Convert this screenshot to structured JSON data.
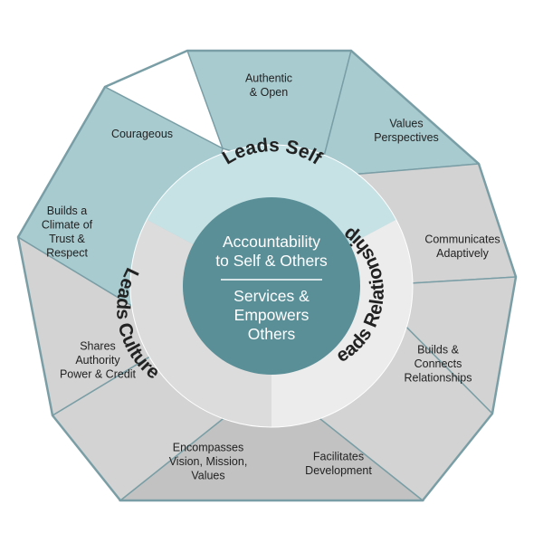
{
  "colors": {
    "self_outer": "#a8cbd0",
    "other_outer": "#d3d3d3",
    "culture_outer_dark": "#c2c2c2",
    "self_ring": "#c6e2e5",
    "relationships_ring": "#ececec",
    "culture_ring": "#dcdcdc",
    "center": "#5a8f98",
    "stroke": "#7a9ea5"
  },
  "segments": [
    {
      "lines": [
        "Authentic",
        "& Open"
      ]
    },
    {
      "lines": [
        "Values",
        "Perspectives"
      ]
    },
    {
      "lines": [
        "Communicates",
        "Adaptively"
      ]
    },
    {
      "lines": [
        "Builds &",
        "Connects",
        "Relationships"
      ]
    },
    {
      "lines": [
        "Facilitates",
        "Development"
      ]
    },
    {
      "lines": [
        "Encompasses",
        "Vision, Mission,",
        "Values"
      ]
    },
    {
      "lines": [
        "Shares",
        "Authority",
        "Power & Credit"
      ]
    },
    {
      "lines": [
        "Builds a",
        "Climate of",
        "Trust &",
        "Respect"
      ]
    },
    {
      "lines": [
        "Courageous"
      ]
    }
  ],
  "ring": {
    "self": "Leads Self",
    "relationships": "Leads Relationships",
    "culture": "Leads Culture"
  },
  "center": {
    "top": [
      "Accountability",
      "to Self & Others"
    ],
    "bottom": [
      "Services &",
      "Empowers",
      "Others"
    ]
  }
}
